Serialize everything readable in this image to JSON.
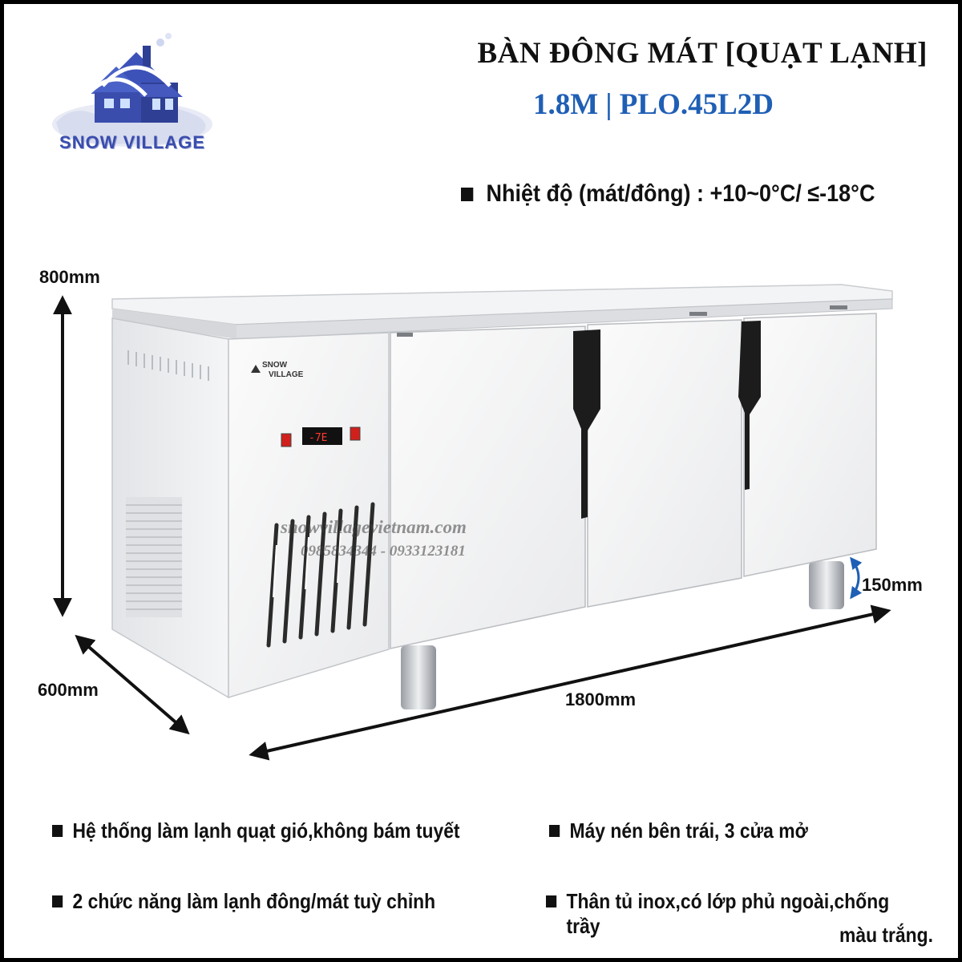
{
  "brand": {
    "name": "SNOW VILLAGE",
    "logo_small_line1": "SNOW",
    "logo_small_line2": "VILLAGE"
  },
  "header": {
    "title": "BÀN ĐÔNG MÁT [QUẠT LẠNH]",
    "model": "1.8M | PLO.45L2D"
  },
  "spec": {
    "temperature": "Nhiệt độ (mát/đông) : +10~0°C/ ≤-18°C"
  },
  "dimensions": {
    "height": "800mm",
    "depth": "600mm",
    "width": "1800mm",
    "leg_height": "150mm"
  },
  "controller": {
    "display": "-7E"
  },
  "watermark": {
    "website": "snowvillagevietnam.com",
    "phones": "0985834344 - 0933123181"
  },
  "features": {
    "f1": "Hệ thống làm lạnh quạt gió,không bám tuyết",
    "f2": "Máy nén bên trái, 3 cửa mở",
    "f3": "2 chức năng làm lạnh đông/mát tuỳ chỉnh",
    "f4_line1": "Thân tủ inox,có lớp phủ ngoài,chống trầy",
    "f4_line2": "màu trắng."
  },
  "colors": {
    "accent_blue": "#1f5fb5",
    "logo_blue": "#3a4dad",
    "text": "#111111"
  }
}
